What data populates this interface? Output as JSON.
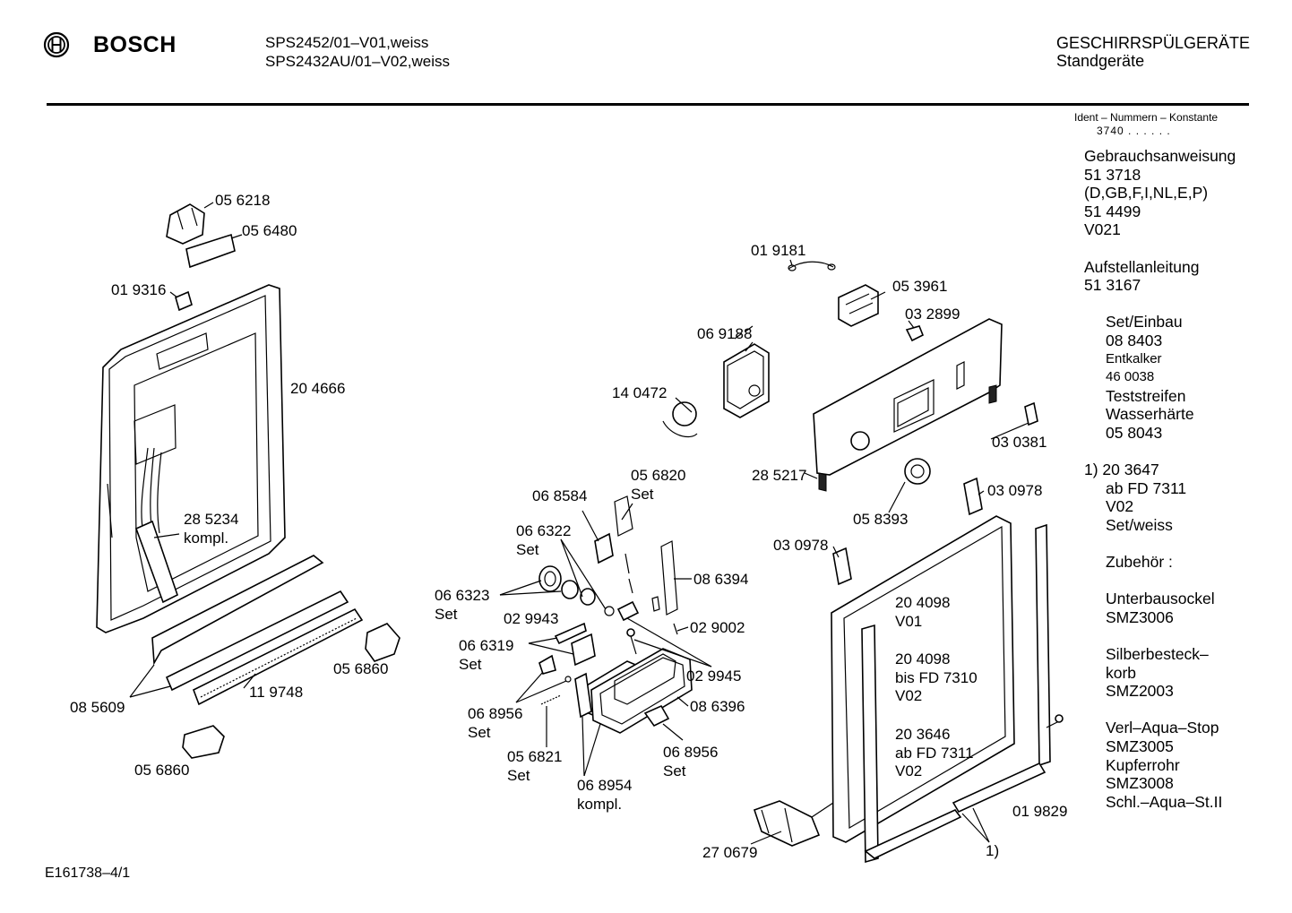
{
  "header": {
    "brand": "BOSCH",
    "models": [
      "SPS2452/01–V01,weiss",
      "SPS2432AU/01–V02,weiss"
    ],
    "category": "GESCHIRRSPÜLGERÄTE",
    "subcategory": "Standgeräte"
  },
  "ident": {
    "title": "Ident – Nummern – Konstante",
    "code": "3740 . .   . . . ."
  },
  "sidebar": [
    {
      "text": "Gebrauchsanweisung",
      "indent": 0,
      "small": false
    },
    {
      "text": "51 3718",
      "indent": 0,
      "small": false
    },
    {
      "text": "(D,GB,F,I,NL,E,P)",
      "indent": 0,
      "small": false
    },
    {
      "text": "51 4499",
      "indent": 0,
      "small": false
    },
    {
      "text": "V021",
      "indent": 0,
      "small": false
    },
    {
      "text": "",
      "indent": 0,
      "small": false
    },
    {
      "text": "Aufstellanleitung",
      "indent": 0,
      "small": false
    },
    {
      "text": "51 3167",
      "indent": 0,
      "small": false
    },
    {
      "text": "",
      "indent": 0,
      "small": false
    },
    {
      "text": "Set/Einbau",
      "indent": 1,
      "small": false
    },
    {
      "text": "08 8403",
      "indent": 1,
      "small": false
    },
    {
      "text": "Entkalker",
      "indent": 1,
      "small": true
    },
    {
      "text": "46 0038",
      "indent": 1,
      "small": true
    },
    {
      "text": "Teststreifen",
      "indent": 1,
      "small": false
    },
    {
      "text": "Wasserhärte",
      "indent": 1,
      "small": false
    },
    {
      "text": "05 8043",
      "indent": 1,
      "small": false
    },
    {
      "text": "",
      "indent": 0,
      "small": false
    },
    {
      "text": "1)  20 3647",
      "indent": 0,
      "small": false
    },
    {
      "text": "ab FD 7311",
      "indent": 1,
      "small": false
    },
    {
      "text": "V02",
      "indent": 1,
      "small": false
    },
    {
      "text": "Set/weiss",
      "indent": 1,
      "small": false
    },
    {
      "text": "",
      "indent": 0,
      "small": false
    },
    {
      "text": "Zubehör :",
      "indent": 1,
      "small": false
    },
    {
      "text": "",
      "indent": 0,
      "small": false
    },
    {
      "text": "Unterbausockel",
      "indent": 1,
      "small": false
    },
    {
      "text": "SMZ3006",
      "indent": 1,
      "small": false
    },
    {
      "text": "",
      "indent": 0,
      "small": false
    },
    {
      "text": "Silberbesteck–",
      "indent": 1,
      "small": false
    },
    {
      "text": "korb",
      "indent": 1,
      "small": false
    },
    {
      "text": "SMZ2003",
      "indent": 1,
      "small": false
    },
    {
      "text": "",
      "indent": 0,
      "small": false
    },
    {
      "text": "Verl–Aqua–Stop",
      "indent": 1,
      "small": false
    },
    {
      "text": "SMZ3005",
      "indent": 1,
      "small": false
    },
    {
      "text": "Kupferrohr",
      "indent": 1,
      "small": false
    },
    {
      "text": "SMZ3008",
      "indent": 1,
      "small": false
    },
    {
      "text": "Schl.–Aqua–St.II",
      "indent": 1,
      "small": false
    }
  ],
  "labels": [
    {
      "id": "l056218",
      "lines": [
        "05 6218"
      ]
    },
    {
      "id": "l056480",
      "lines": [
        "05 6480"
      ]
    },
    {
      "id": "l019316",
      "lines": [
        "01 9316"
      ]
    },
    {
      "id": "l204666",
      "lines": [
        "20 4666"
      ]
    },
    {
      "id": "l285234",
      "lines": [
        "28 5234",
        "kompl."
      ]
    },
    {
      "id": "l085609",
      "lines": [
        "08 5609"
      ]
    },
    {
      "id": "l119748",
      "lines": [
        "11 9748"
      ]
    },
    {
      "id": "l056860a",
      "lines": [
        "05 6860"
      ]
    },
    {
      "id": "l056860b",
      "lines": [
        "05 6860"
      ]
    },
    {
      "id": "l019181",
      "lines": [
        "01 9181"
      ]
    },
    {
      "id": "l053961",
      "lines": [
        "05 3961"
      ]
    },
    {
      "id": "l032899",
      "lines": [
        "03 2899"
      ]
    },
    {
      "id": "l069188",
      "lines": [
        "06 9188"
      ]
    },
    {
      "id": "l140472",
      "lines": [
        "14 0472"
      ]
    },
    {
      "id": "l030381",
      "lines": [
        "03 0381"
      ]
    },
    {
      "id": "l285217",
      "lines": [
        "28 5217"
      ]
    },
    {
      "id": "l030978a",
      "lines": [
        "03 0978"
      ]
    },
    {
      "id": "l058393",
      "lines": [
        "05 8393"
      ]
    },
    {
      "id": "l030978b",
      "lines": [
        "03 0978"
      ]
    },
    {
      "id": "l056820",
      "lines": [
        "05 6820",
        "Set"
      ]
    },
    {
      "id": "l068584",
      "lines": [
        "06 8584"
      ]
    },
    {
      "id": "l066322",
      "lines": [
        "06 6322",
        "Set"
      ]
    },
    {
      "id": "l086394",
      "lines": [
        "08 6394"
      ]
    },
    {
      "id": "l066323",
      "lines": [
        "06 6323",
        "Set"
      ]
    },
    {
      "id": "l029943",
      "lines": [
        "02 9943"
      ]
    },
    {
      "id": "l029002",
      "lines": [
        "02 9002"
      ]
    },
    {
      "id": "l066319",
      "lines": [
        "06 6319",
        "Set"
      ]
    },
    {
      "id": "l029945",
      "lines": [
        "02 9945"
      ]
    },
    {
      "id": "l068956a",
      "lines": [
        "06 8956",
        "Set"
      ]
    },
    {
      "id": "l086396",
      "lines": [
        "08 6396"
      ]
    },
    {
      "id": "l056821",
      "lines": [
        "05 6821",
        "Set"
      ]
    },
    {
      "id": "l068956b",
      "lines": [
        "06 8956",
        "Set"
      ]
    },
    {
      "id": "l068954",
      "lines": [
        "06 8954",
        "kompl."
      ]
    },
    {
      "id": "l204098a",
      "lines": [
        "20 4098",
        "V01"
      ]
    },
    {
      "id": "l204098b",
      "lines": [
        "20 4098",
        "bis FD 7310",
        "V02"
      ]
    },
    {
      "id": "l203646",
      "lines": [
        "20 3646",
        "ab FD 7311",
        "V02"
      ]
    },
    {
      "id": "l019829",
      "lines": [
        "01 9829"
      ]
    },
    {
      "id": "l270679",
      "lines": [
        "27 0679"
      ]
    },
    {
      "id": "lnote1",
      "lines": [
        "1)"
      ]
    }
  ],
  "footer": {
    "code": "E161738–4/1"
  }
}
